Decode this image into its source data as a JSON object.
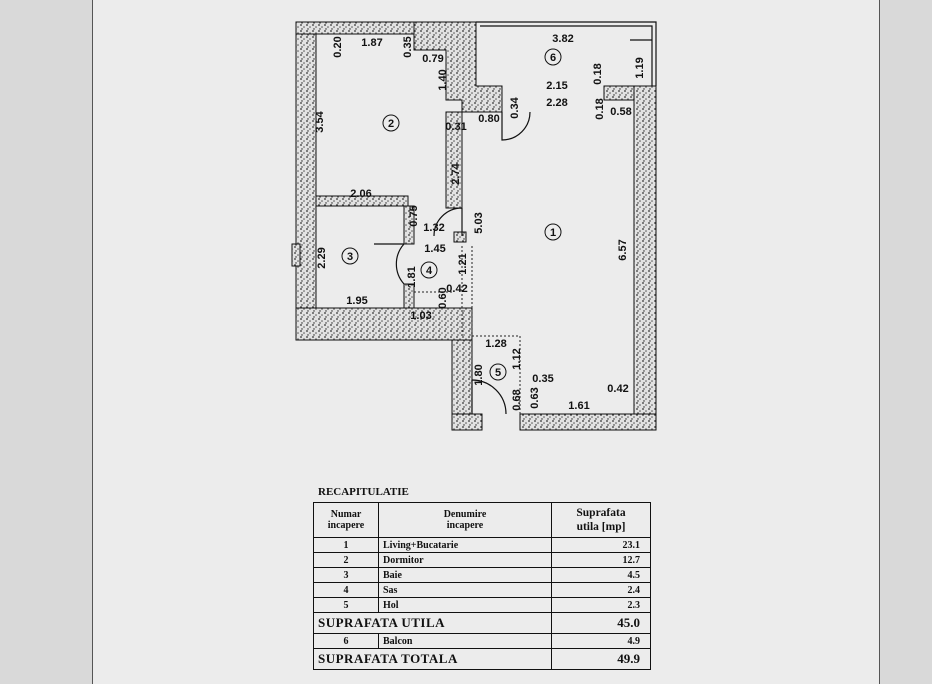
{
  "rooms": {
    "r1": "1",
    "r2": "2",
    "r3": "3",
    "r4": "4",
    "r5": "5",
    "r6": "6"
  },
  "dimensions": {
    "d_020": "0.20",
    "d_187": "1.87",
    "d_035": "0.35",
    "d_079": "0.79",
    "d_140": "1.40",
    "d_382": "3.82",
    "d_018a": "0.18",
    "d_119": "1.19",
    "d_215": "2.15",
    "d_228": "2.28",
    "d_034": "0.34",
    "d_018b": "0.18",
    "d_058": "0.58",
    "d_354": "3.54",
    "d_031": "0.31",
    "d_080": "0.80",
    "d_274": "2.74",
    "d_206": "2.06",
    "d_075": "0.75",
    "d_132": "1.32",
    "d_503": "5.03",
    "d_229": "2.29",
    "d_145": "1.45",
    "d_657": "6.57",
    "d_181": "1.81",
    "d_121": "1.21",
    "d_195": "1.95",
    "d_060": "0.60",
    "d_042a": "0.42",
    "d_103": "1.03",
    "d_128": "1.28",
    "d_180": "1.80",
    "d_112": "1.12",
    "d_035b": "0.35",
    "d_042b": "0.42",
    "d_068": "0.68",
    "d_063": "0.63",
    "d_161": "1.61"
  },
  "recap": {
    "title": "RECAPITULATIE",
    "headers": {
      "col1_line1": "Numar",
      "col1_line2": "incapere",
      "col2_line1": "Denumire",
      "col2_line2": "incapere",
      "col3_line1": "Suprafata",
      "col3_line2": "utila [mp]"
    },
    "rows": [
      {
        "num": "1",
        "name": "Living+Bucatarie",
        "area": "23.1"
      },
      {
        "num": "2",
        "name": "Dormitor",
        "area": "12.7"
      },
      {
        "num": "3",
        "name": "Baie",
        "area": "4.5"
      },
      {
        "num": "4",
        "name": "Sas",
        "area": "2.4"
      },
      {
        "num": "5",
        "name": "Hol",
        "area": "2.3"
      }
    ],
    "useful_label": "SUPRAFATA UTILA",
    "useful_value": "45.0",
    "balcony": {
      "num": "6",
      "name": "Balcon",
      "area": "4.9"
    },
    "total_label": "SUPRAFATA TOTALA",
    "total_value": "49.9"
  }
}
